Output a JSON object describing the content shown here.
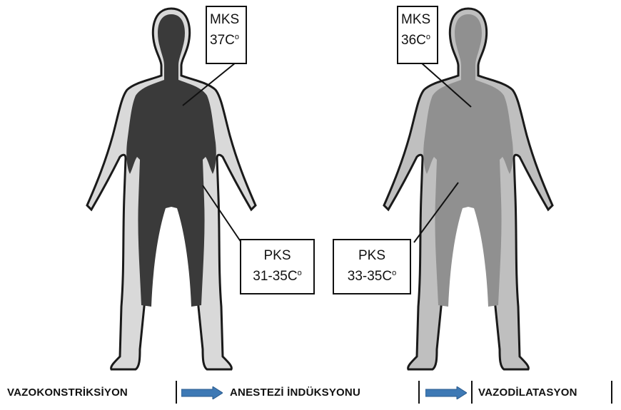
{
  "figure": {
    "core_temp_left": {
      "name": "MKS",
      "value": "37C",
      "unit_mark": "o"
    },
    "core_temp_right": {
      "name": "MKS",
      "value": "36C",
      "unit_mark": "o"
    },
    "peripheral_temp_left": {
      "name": "PKS",
      "value": "31-35C",
      "unit_mark": "o"
    },
    "peripheral_temp_right": {
      "name": "PKS",
      "value": "33-35C",
      "unit_mark": "o"
    }
  },
  "sequence": {
    "stage_1": "VAZOKONSTRİKSİYON",
    "stage_2": "ANESTEZİ İNDÜKSYONU",
    "stage_3": "VAZODİLATASYON"
  },
  "colors": {
    "body_outline": "#1a1a1a",
    "left_shell": "#d9d9d9",
    "left_core": "#3a3a3a",
    "right_shell": "#bfbfbf",
    "right_core": "#909090",
    "arrow_fill": "#3e79b5"
  }
}
